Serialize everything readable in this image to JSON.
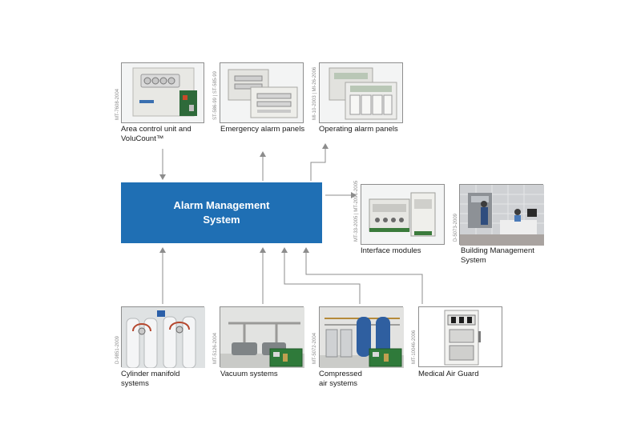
{
  "title": "Alarm Management\nSystem",
  "colors": {
    "box": "#1f6fb4",
    "line": "#8c8c8c",
    "frame": "#8e8e8e"
  },
  "outputs": [
    {
      "caption": "Area control unit and\nVoluCount™",
      "code": "MT-7608-2004"
    },
    {
      "caption": "Emergency alarm panels",
      "code": "ST-586-99 | ST-585-99"
    },
    {
      "caption": "Operating alarm panels",
      "code": "MI-10-2003 | MI-26-2006"
    }
  ],
  "right": [
    {
      "caption": "Interface modules",
      "code": "MT-33-2005 | MT-2091-2005"
    },
    {
      "caption": "Building Management\nSystem",
      "code": "D-5073-2009"
    }
  ],
  "inputs": [
    {
      "caption": "Cylinder manifold\nsystems",
      "code": "D-9851-2009"
    },
    {
      "caption": "Vacuum systems",
      "code": "MT-5126-2004"
    },
    {
      "caption": "Compressed\nair systems",
      "code": "MT-5072-2004"
    },
    {
      "caption": "Medical Air Guard",
      "code": "MT-10046-2006"
    }
  ]
}
